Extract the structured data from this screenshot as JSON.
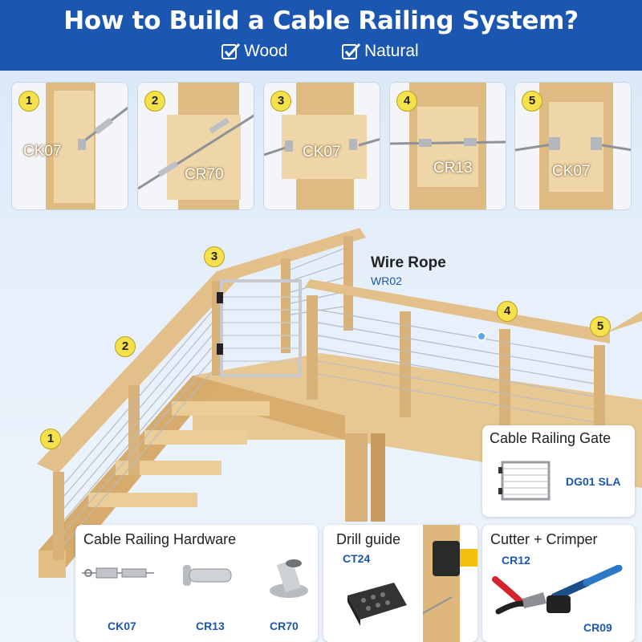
{
  "header": {
    "title": "How to Build a Cable Railing System?",
    "options": [
      "Wood",
      "Natural"
    ]
  },
  "steps": [
    {
      "num": "1",
      "part": "CK07"
    },
    {
      "num": "2",
      "part": "CR70"
    },
    {
      "num": "3",
      "part": "CK07"
    },
    {
      "num": "4",
      "part": "CR13"
    },
    {
      "num": "5",
      "part": "CK07"
    }
  ],
  "scene": {
    "markers": [
      "3",
      "2",
      "1",
      "4",
      "5"
    ],
    "wire_rope": {
      "title": "Wire Rope",
      "code": "WR02"
    }
  },
  "gate": {
    "title": "Cable Railing Gate",
    "code": "DG01 SLA"
  },
  "hardware": {
    "title": "Cable Railing Hardware",
    "items": [
      "CK07",
      "CR13",
      "CR70"
    ]
  },
  "drill": {
    "title": "Drill guide",
    "code": "CT24"
  },
  "cutter": {
    "title": "Cutter + Crimper",
    "items": [
      "CR12",
      "CR09"
    ]
  },
  "colors": {
    "header": "#1b57b0",
    "marker": "#f4e14c",
    "wood": "#e3c08a",
    "background": "#e4eefa"
  }
}
